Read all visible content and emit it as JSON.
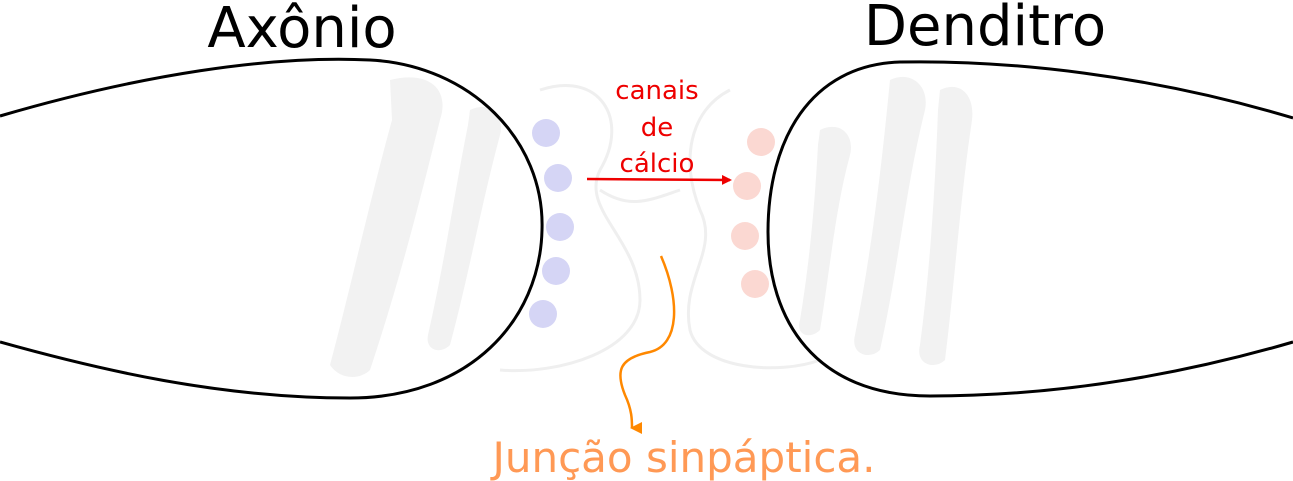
{
  "diagram": {
    "axon_label": "Axônio",
    "dendrite_label": "Denditro",
    "channels_label_line1": "canais",
    "channels_label_line2": "de",
    "channels_label_line3": "cálcio",
    "junction_label": "Junção sinpáptica."
  },
  "colors": {
    "outline": "#000000",
    "channels_text": "#ee0000",
    "channels_arrow": "#ee0000",
    "junction_text": "#ff9955",
    "junction_arrow": "#ff8800",
    "axon_vesicles": "#d5d5f5",
    "dendrite_receptors": "#fbd8d2",
    "background_sketch": "#f2f2f2"
  }
}
